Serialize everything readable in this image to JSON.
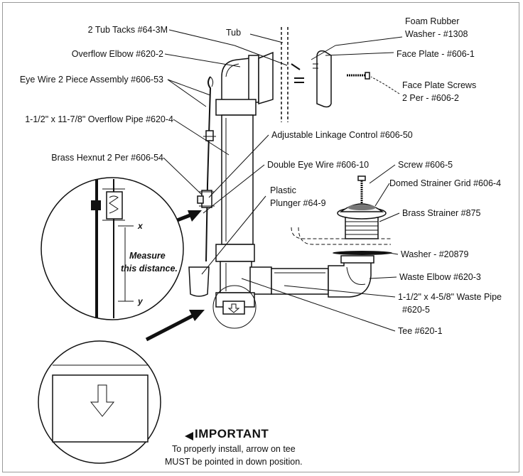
{
  "labels": {
    "tub_tacks": "2 Tub Tacks #64-3M",
    "tub": "Tub",
    "foam_washer_1": "Foam Rubber",
    "foam_washer_2": "Washer - #1308",
    "overflow_elbow": "Overflow Elbow #620-2",
    "face_plate": "Face Plate - #606-1",
    "eye_wire_assembly": "Eye Wire 2 Piece Assembly #606-53",
    "face_plate_screws_1": "Face Plate Screws",
    "face_plate_screws_2": "2 Per - #606-2",
    "overflow_pipe": "1-1/2\" x 11-7/8\" Overflow Pipe #620-4",
    "linkage_control": "Adjustable Linkage Control #606-50",
    "brass_hexnut": "Brass Hexnut 2 Per #606-54",
    "double_eye_wire": "Double Eye Wire #606-10",
    "screw": "Screw #606-5",
    "plunger_1": "Plastic",
    "plunger_2": "Plunger #64-9",
    "domed_strainer": "Domed Strainer Grid #606-4",
    "brass_strainer": "Brass Strainer #875",
    "washer": "Washer - #20879",
    "waste_elbow": "Waste Elbow #620-3",
    "waste_pipe_1": "1-1/2\" x 4-5/8\" Waste Pipe",
    "waste_pipe_2": "#620-5",
    "tee": "Tee #620-1"
  },
  "inset": {
    "x_mark": "x",
    "y_mark": "y",
    "measure_1": "Measure",
    "measure_2": "this distance."
  },
  "important": {
    "heading": "IMPORTANT",
    "line_1": "To properly install, arrow on tee",
    "line_2": "MUST be pointed in down position."
  }
}
